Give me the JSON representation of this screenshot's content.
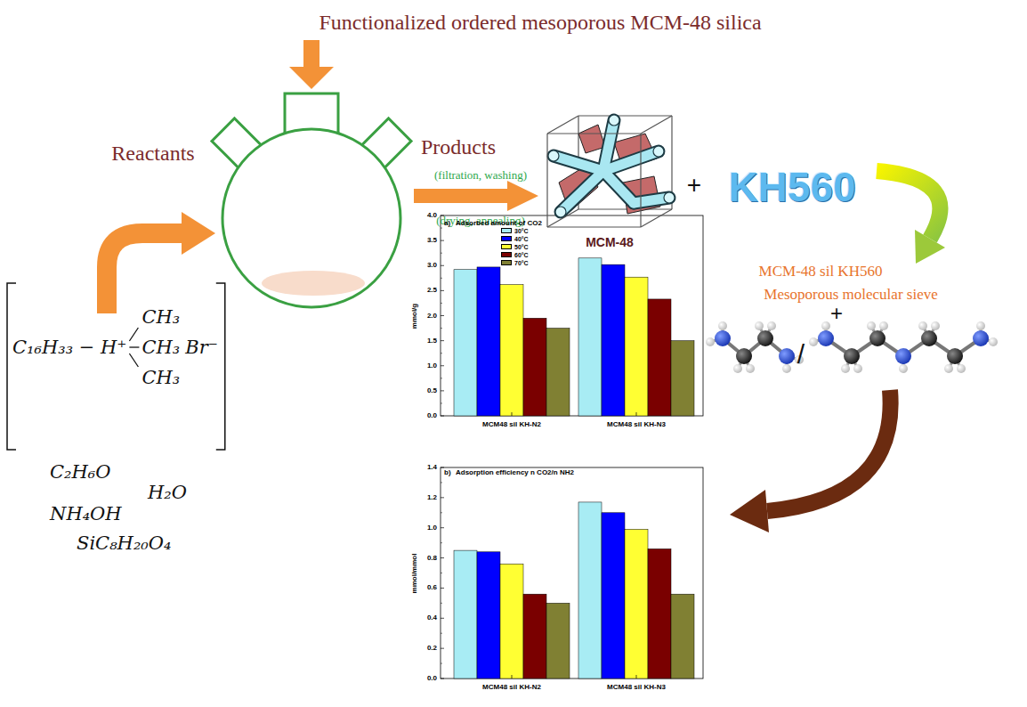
{
  "diagram": {
    "title": "Functionalized ordered mesoporous MCM-48 silica",
    "labels": [
      "Reactants",
      "Products",
      "(filtration, washing)",
      "(drying, annealing)",
      "MCM-48",
      "+",
      "KH560",
      "MCM-48 sil KH560",
      "Mesoporous molecular sieve",
      "+",
      "/",
      "C₁₆H₃₃ − H⁺",
      "CH₃",
      "CH₃",
      "CH₃",
      "Br⁻",
      "C₂H₆O",
      "H₂O",
      "NH₄OH",
      "SiC₈H₂₀O₄",
      "a)",
      "Adsorbed amount of CO2",
      "mmol/g",
      "0.0",
      "0.5",
      "1.0",
      "1.5",
      "2.0",
      "2.5",
      "3.0",
      "3.5",
      "4.0",
      "MCM48 sil KH-N2",
      "MCM48 sil KH-N3",
      "b)",
      "Adsorption efficiency n CO2/n NH2",
      "mmol/mmol",
      "0.0",
      "0.2",
      "0.4",
      "0.6",
      "0.8",
      "1.0",
      "1.2",
      "1.4",
      "MCM48 sil KH-N2",
      "MCM48 sil KH-N3"
    ],
    "legend": [
      {
        "text": "30°C",
        "color": "#a8ecf4"
      },
      {
        "text": "40°C",
        "color": "#0000ff"
      },
      {
        "text": "50°C",
        "color": "#ffff33"
      },
      {
        "text": "60°C",
        "color": "#7a0000"
      },
      {
        "text": "70°C",
        "color": "#808033"
      }
    ]
  }
}
